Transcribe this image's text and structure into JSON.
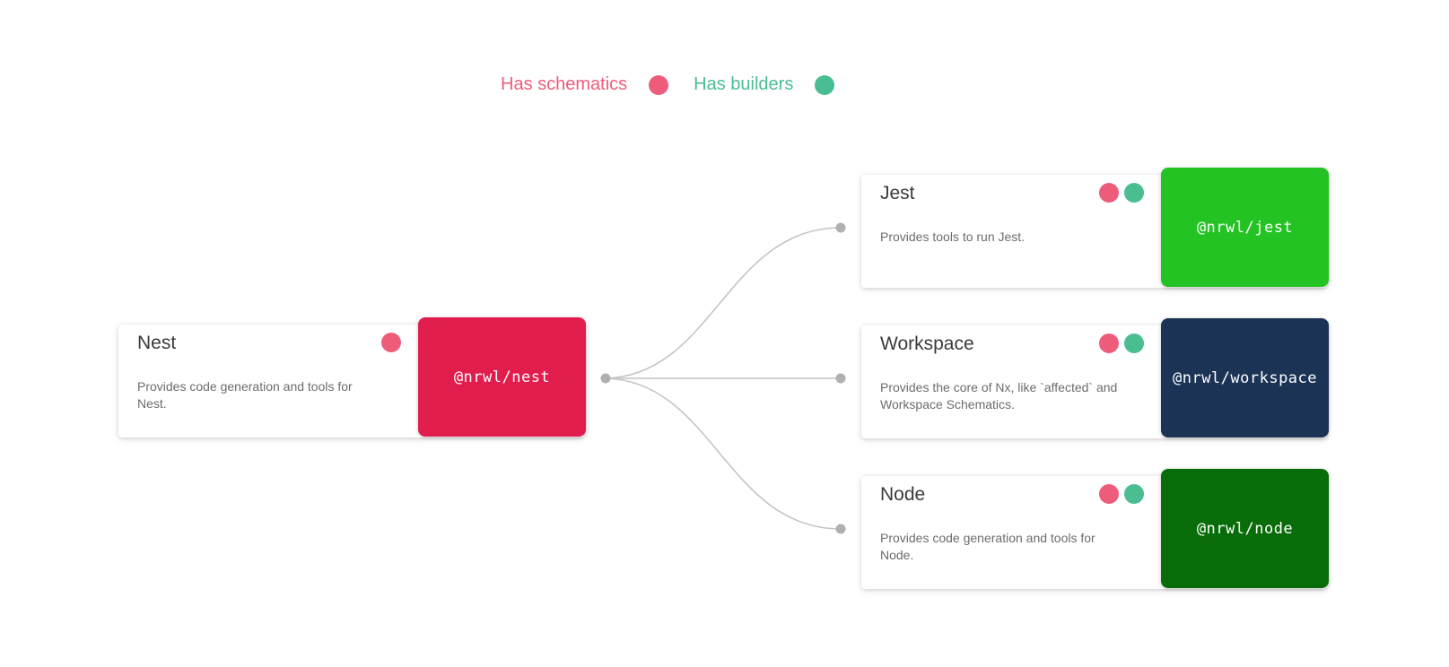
{
  "legend": {
    "items": [
      {
        "label": "Has schematics",
        "color": "#EE5C7C"
      },
      {
        "label": "Has builders",
        "color": "#4ABD92"
      }
    ]
  },
  "cards": {
    "nest": {
      "title": "Nest",
      "description": "Provides code generation and tools for\nNest.",
      "package": "@nrwl/nest",
      "block_color": "#E11D4E",
      "has_schematics": true,
      "has_builders": false
    },
    "jest": {
      "title": "Jest",
      "description": "Provides tools to run Jest.",
      "package": "@nrwl/jest",
      "block_color": "#22C322",
      "has_schematics": true,
      "has_builders": true
    },
    "workspace": {
      "title": "Workspace",
      "description": "Provides the core of Nx, like `affected` and\nWorkspace Schematics.",
      "package": "@nrwl/workspace",
      "block_color": "#1B3455",
      "has_schematics": true,
      "has_builders": true
    },
    "node": {
      "title": "Node",
      "description": "Provides code generation and tools for\nNode.",
      "package": "@nrwl/node",
      "block_color": "#086C08",
      "has_schematics": true,
      "has_builders": true
    }
  },
  "edges": [
    {
      "from": "nest",
      "to": "jest"
    },
    {
      "from": "nest",
      "to": "workspace"
    },
    {
      "from": "nest",
      "to": "node"
    }
  ],
  "colors": {
    "background": "#FFFFFF",
    "schematics_dot": "#EE5C7C",
    "builders_dot": "#4ABD92",
    "title_text": "#3A3A3A",
    "description_text": "#6C6C6C",
    "package_text": "#FFFFFF",
    "connector_line": "#C4C4C4",
    "connector_dot": "#B0B0B0"
  }
}
